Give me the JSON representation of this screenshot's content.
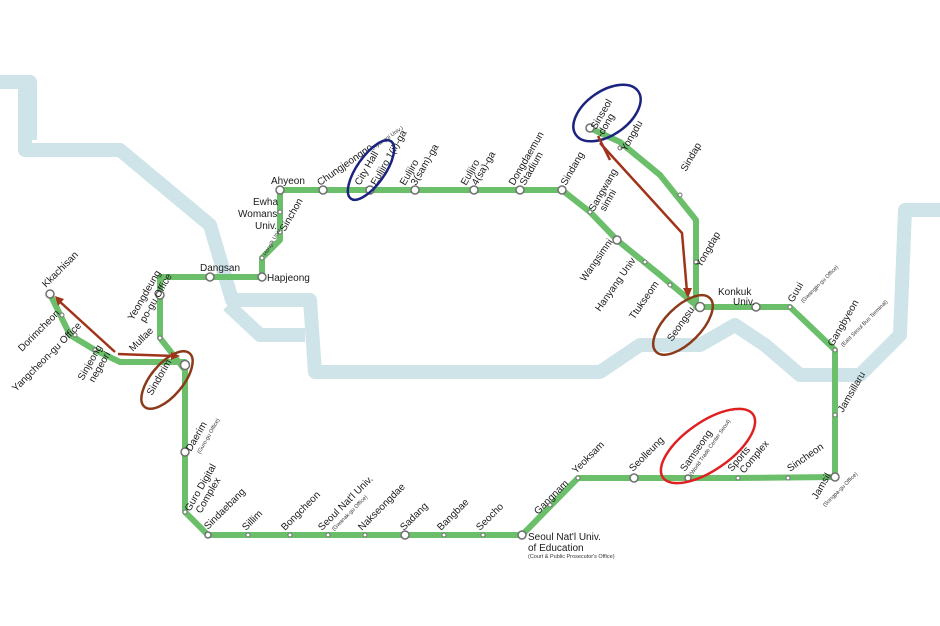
{
  "colors": {
    "line": "#6bbf6b",
    "river": "#cfe4e8",
    "ring_blue": "#1a237e",
    "ring_brown": "#8b3a1a",
    "ring_red": "#e02020",
    "arrow": "#a0341a"
  },
  "stations": {
    "kkachisan": "Kkachisan",
    "dorimcheon": "Dorimcheon",
    "yangcheon": "Yangcheon-gu Office",
    "sinjeong_1": "Sinjeong",
    "sinjeong_2": "negeori",
    "yeongdeungpo_1": "Yeongdeung",
    "yeongdeungpo_2": "po-gu Office",
    "mullae": "Mullae",
    "dangsan": "Dangsan",
    "hapjeong": "Hapjeong",
    "hongik": "Hongik Univ.",
    "sinchon": "Sinchon",
    "ewha_1": "Ewha",
    "ewha_2": "Womans",
    "ewha_3": "Univ.",
    "ahyeon": "Ahyeon",
    "chungjeongno": "Chungjeongno",
    "chungjeongno_sub": "(Kyonggi Univ.)",
    "city_hall": "City Hall",
    "euljiro1_1": "Euljiro 1(il)-ga",
    "euljiro3_1": "Euljiro",
    "euljiro3_2": "3(sam)-ga",
    "euljiro4_1": "Euljiro",
    "euljiro4_2": "4(sa)-ga",
    "ddp_1": "Dongdaemun",
    "ddp_2": "Stadium",
    "sindang": "Sindang",
    "sangwangsimni_1": "Sangwang",
    "sangwangsimni_2": "simni",
    "wangsimni": "Wangsimni",
    "hanyang": "Hanyang Univ",
    "ttukseom": "Ttukseom",
    "seongsu": "Seongsu",
    "sinseol_1": "Sinseol",
    "sinseol_2": "-dong",
    "yongdu": "Yongdu",
    "sindap": "Sindap",
    "yongdap": "Yongdap",
    "konkuk_1": "Konkuk",
    "konkuk_2": "Univ.",
    "guui": "Guui",
    "guui_sub": "(Gwangjin-gu Office)",
    "gangbyeon": "Gangbyeon",
    "gangbyeon_sub": "(East Seoul Bus Terminal)",
    "jamsillaru": "Jamsillaru",
    "jamsil": "Jamsil",
    "jamsil_sub": "(Songpa-gu Office)",
    "sincheon": "Sincheon",
    "sports_1": "Sports",
    "sports_2": "Complex",
    "samseong": "Samseong",
    "samseong_sub": "(World Trade Center Seoul)",
    "seolleung": "Seolleung",
    "yeoksam": "Yeoksam",
    "gangnam": "Gangnam",
    "snue_1": "Seoul Nat'l Univ.",
    "snue_2": "of Education",
    "snue_sub": "(Court & Public Prosecutor's Office)",
    "seocho": "Seocho",
    "bangbae": "Bangbae",
    "sadang": "Sadang",
    "nakseongdae": "Nakseongdae",
    "snu_1": "Seoul Nat'l Univ.",
    "snu_sub": "(Gwanak-gu Office)",
    "bongcheon": "Bongcheon",
    "sillim": "Sillim",
    "sindaebang": "Sindaebang",
    "guro_1": "Guro Digital",
    "guro_2": "Complex",
    "daerim": "Daerim",
    "daerim_sub": "(Guro-gu Office)",
    "sindorim": "Sindorim"
  }
}
